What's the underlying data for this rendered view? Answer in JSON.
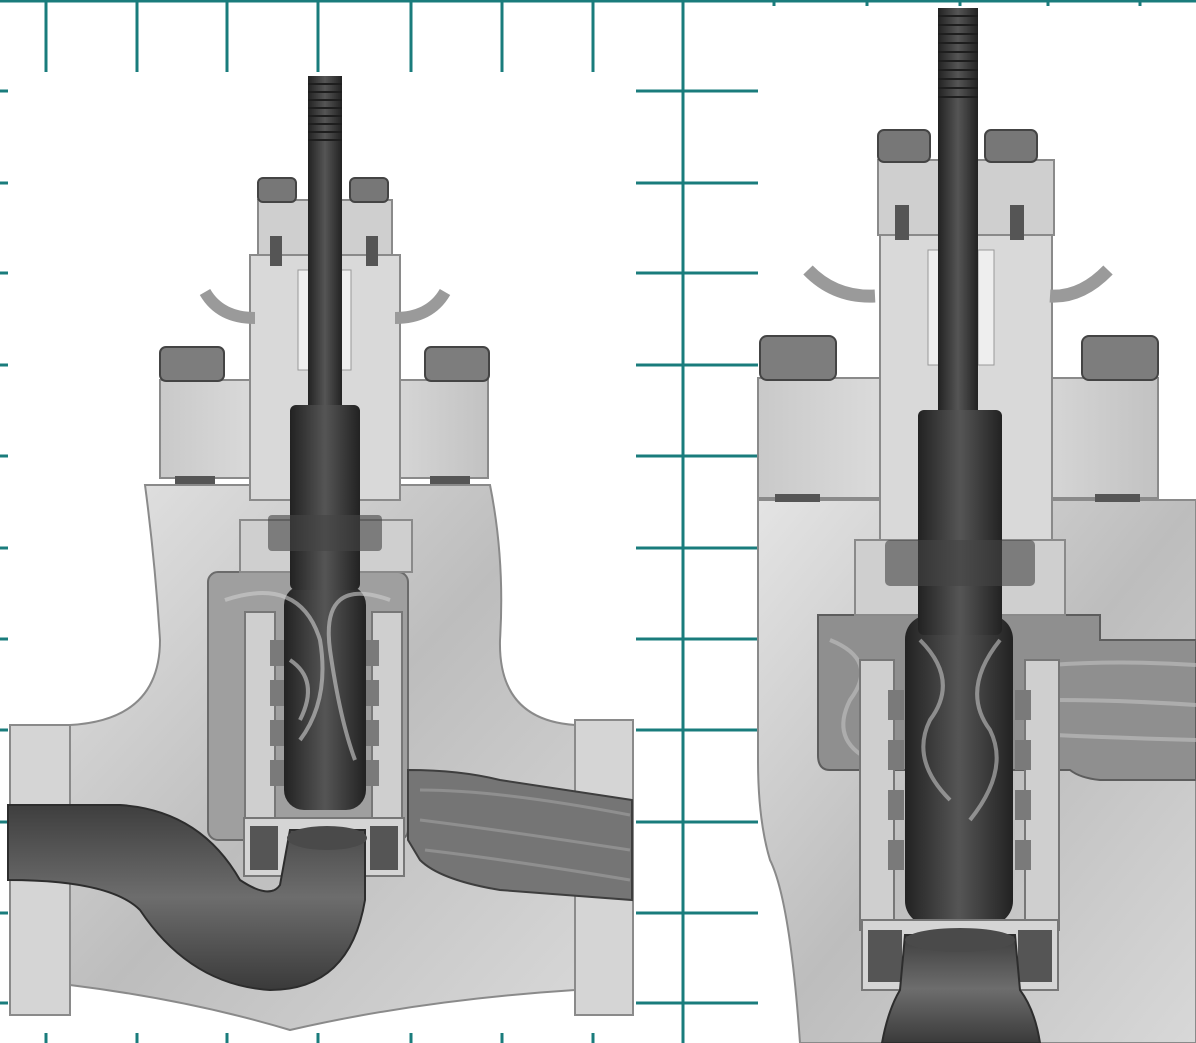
{
  "figure": {
    "panels": [
      {
        "id": "left",
        "view": "valve-cross-section-angled-outlet"
      },
      {
        "id": "right",
        "view": "valve-cross-section-side-outlet"
      }
    ],
    "colors": {
      "background": "#ffffff",
      "grid": "#1a7c7c",
      "body_light": "#cfcfcf",
      "body_mid": "#a9a9a9",
      "body_dark": "#6b6b6b",
      "stem": "#3a3a3a",
      "flow": "#5a5a5a",
      "outline": "#4a4a4a"
    },
    "icons": [
      "valve-body-icon",
      "stem-icon",
      "bolt-icon",
      "flow-path-icon"
    ]
  }
}
